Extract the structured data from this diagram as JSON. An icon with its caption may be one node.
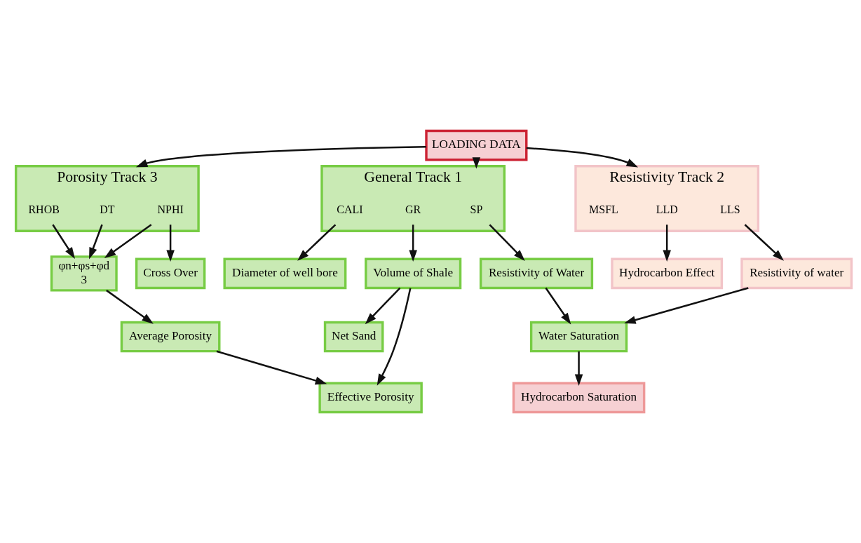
{
  "diagram": {
    "nodes": [
      {
        "text": [
          "LOADING DATA"
        ]
      },
      {
        "text": [
          "General Track 1"
        ]
      },
      {
        "text": [
          "CALI"
        ],
        "in": 1
      },
      {
        "text": [
          "SP"
        ],
        "in": 1
      },
      {
        "text": [
          "GR"
        ],
        "in": 1
      },
      {
        "text": [
          "Resistivity Track 2"
        ]
      },
      {
        "text": [
          "LLS"
        ],
        "in": 5
      },
      {
        "text": [
          "LLD"
        ],
        "in": 5
      },
      {
        "text": [
          "MSFL"
        ],
        "in": 5
      },
      {
        "text": [
          "Porosity Track 3"
        ]
      },
      {
        "text": [
          "NPHI"
        ],
        "in": 9
      },
      {
        "text": [
          "DT"
        ],
        "in": 9
      },
      {
        "text": [
          "RHOB"
        ],
        "in": 9
      },
      {
        "text": [
          "Diameter of well bore"
        ]
      },
      {
        "text": [
          "Resistivity of Water"
        ]
      },
      {
        "text": [
          "Volume of Shale"
        ]
      },
      {
        "text": [
          "Resistivity of water"
        ]
      },
      {
        "text": [
          "Hydrocarbon Effect"
        ]
      },
      {
        "text": [
          "Cross Over"
        ]
      },
      {
        "text": [
          "φn+φs+φd",
          "3"
        ]
      },
      {
        "text": [
          "Average Porosity"
        ]
      },
      {
        "text": [
          "Effective Porosity"
        ]
      },
      {
        "text": [
          "Water Saturation"
        ]
      },
      {
        "text": [
          "Net Sand"
        ]
      },
      {
        "text": [
          "Hydrocarbon Saturation"
        ]
      }
    ],
    "edges": [
      {
        "from": 0,
        "to": 1,
        "arrow": "to"
      },
      {
        "from": 0,
        "to": 5,
        "arrow": "to"
      },
      {
        "from": 0,
        "to": 9,
        "arrow": "to"
      },
      {
        "from": 2,
        "to": 13,
        "arrow": "to"
      },
      {
        "from": 3,
        "to": 14,
        "arrow": "to"
      },
      {
        "from": 4,
        "to": 15,
        "arrow": "to"
      },
      {
        "from": 6,
        "to": 16,
        "arrow": "to"
      },
      {
        "from": 7,
        "to": 17,
        "arrow": "to"
      },
      {
        "from": 10,
        "to": 18,
        "arrow": "to"
      },
      {
        "from": 10,
        "to": 19,
        "arrow": "to"
      },
      {
        "from": 11,
        "to": 19,
        "arrow": "to"
      },
      {
        "from": 12,
        "to": 19,
        "arrow": "to"
      },
      {
        "from": 19,
        "to": 20,
        "arrow": "to"
      },
      {
        "from": 20,
        "to": 21,
        "arrow": "to"
      },
      {
        "from": 15,
        "to": 21,
        "arrow": "to"
      },
      {
        "from": 14,
        "to": 22,
        "arrow": "to"
      },
      {
        "from": 16,
        "to": 22,
        "arrow": "to"
      },
      {
        "from": 15,
        "to": 23,
        "arrow": "to"
      },
      {
        "from": 22,
        "to": 24,
        "arrow": "to"
      }
    ]
  }
}
